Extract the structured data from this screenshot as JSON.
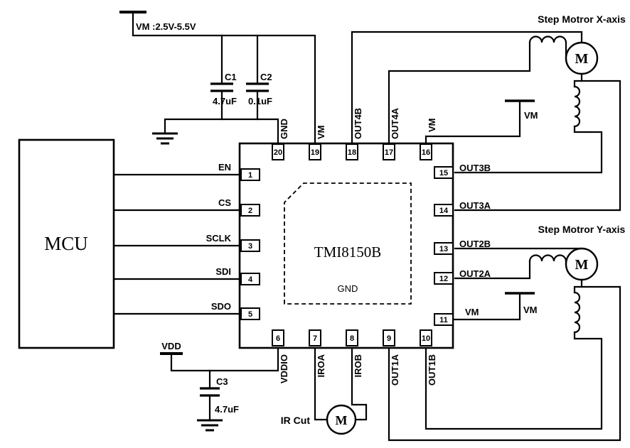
{
  "power": {
    "vm_rail_label": "VM :2.5V-5.5V",
    "vdd_label": "VDD",
    "vm_flag_top_right": "VM",
    "vm_flag_bottom_right": "VM"
  },
  "capacitors": {
    "c1": {
      "ref": "C1",
      "value": "4.7uF"
    },
    "c2": {
      "ref": "C2",
      "value": "0.1uF"
    },
    "c3": {
      "ref": "C3",
      "value": "4.7uF"
    }
  },
  "mcu": {
    "label": "MCU"
  },
  "chip": {
    "name": "TMI8150B",
    "gnd_label": "GND",
    "pins": {
      "left": [
        {
          "num": "1",
          "name": "EN"
        },
        {
          "num": "2",
          "name": "CS"
        },
        {
          "num": "3",
          "name": "SCLK"
        },
        {
          "num": "4",
          "name": "SDI"
        },
        {
          "num": "5",
          "name": "SDO"
        }
      ],
      "top": [
        {
          "num": "20",
          "name": "GND"
        },
        {
          "num": "19",
          "name": "VM"
        },
        {
          "num": "18",
          "name": "OUT4B"
        },
        {
          "num": "17",
          "name": "OUT4A"
        },
        {
          "num": "16",
          "name": "VM"
        }
      ],
      "right": [
        {
          "num": "15",
          "name": "OUT3B"
        },
        {
          "num": "14",
          "name": "OUT3A"
        },
        {
          "num": "13",
          "name": "OUT2B"
        },
        {
          "num": "12",
          "name": "OUT2A"
        },
        {
          "num": "11",
          "name": "VM"
        }
      ],
      "bottom": [
        {
          "num": "6",
          "name": "VDDIO"
        },
        {
          "num": "7",
          "name": "IROA"
        },
        {
          "num": "8",
          "name": "IROB"
        },
        {
          "num": "9",
          "name": "OUT1A"
        },
        {
          "num": "10",
          "name": "OUT1B"
        }
      ]
    }
  },
  "motors": {
    "x_axis": {
      "title": "Step Motror X-axis",
      "symbol": "M"
    },
    "y_axis": {
      "title": "Step Motror Y-axis",
      "symbol": "M"
    },
    "ir_cut": {
      "title": "IR Cut",
      "symbol": "M"
    }
  }
}
